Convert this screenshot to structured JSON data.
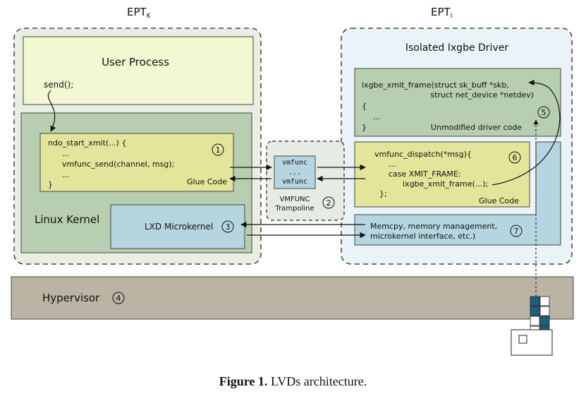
{
  "headers": {
    "ept_k": "EPT",
    "ept_k_sub": "K",
    "ept_i": "EPT",
    "ept_i_sub": "I"
  },
  "left": {
    "user_process": "User Process",
    "send_call": "send();",
    "glue_code_lines": [
      "ndo_start_xmit(...) {",
      "...",
      "vmfunc_send(channel, msg);",
      "...",
      "}"
    ],
    "glue_code_label": "Glue Code",
    "glue_code_number": "1",
    "linux_kernel": "Linux Kernel",
    "lxd_microkernel": "LXD Microkernel",
    "lxd_number": "3"
  },
  "trampoline": {
    "lines": [
      "vmfunc",
      "...",
      "vmfunc"
    ],
    "label_line1": "VMFUNC",
    "label_line2": "Trampoline",
    "number": "2"
  },
  "right": {
    "title": "Isolated Ixgbe Driver",
    "driver_lines": [
      "ixgbe_xmit_frame(struct sk_buff *skb,",
      "struct net_device *netdev)",
      "{",
      "...",
      "}"
    ],
    "driver_label": "Unmodified driver code",
    "driver_number": "5",
    "dispatch_lines": [
      "vmfunc_dispatch(*msg){",
      "...",
      "case XMIT_FRAME:",
      "ixgbe_xmit_frame(...);",
      "};"
    ],
    "dispatch_label": "Glue Code",
    "dispatch_number": "6",
    "support_line1": "Memcpy, memory management,",
    "support_line2": "microkernel interface, etc.)",
    "support_number": "7"
  },
  "hypervisor": {
    "label": "Hypervisor",
    "number": "4"
  },
  "caption": {
    "label": "Figure 1.",
    "text": "LVDs architecture."
  },
  "colors": {
    "dashed_region_left": "#e9eee3",
    "dashed_region_right": "#eaf3f8",
    "user_process": "#f3f8d2",
    "linux_kernel": "#b7cfb0",
    "glue_code": "#e3e69a",
    "lxd": "#b5d6e0",
    "trampoline": "#b5d6e0",
    "driver_code": "#b7cfb0",
    "hypervisor": "#bab4a5",
    "nic_blue": "#1f5e7e"
  }
}
